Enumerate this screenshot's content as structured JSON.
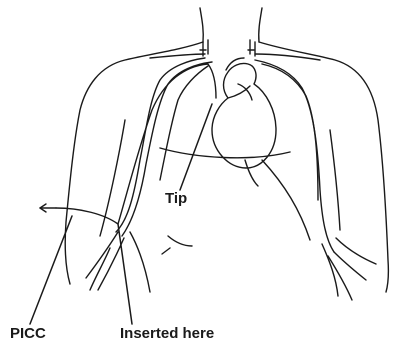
{
  "labels": {
    "tip": "Tip",
    "picc": "PICC",
    "inserted": "Inserted here"
  },
  "colors": {
    "ink": "#1a1a1a",
    "background": "#ffffff"
  }
}
